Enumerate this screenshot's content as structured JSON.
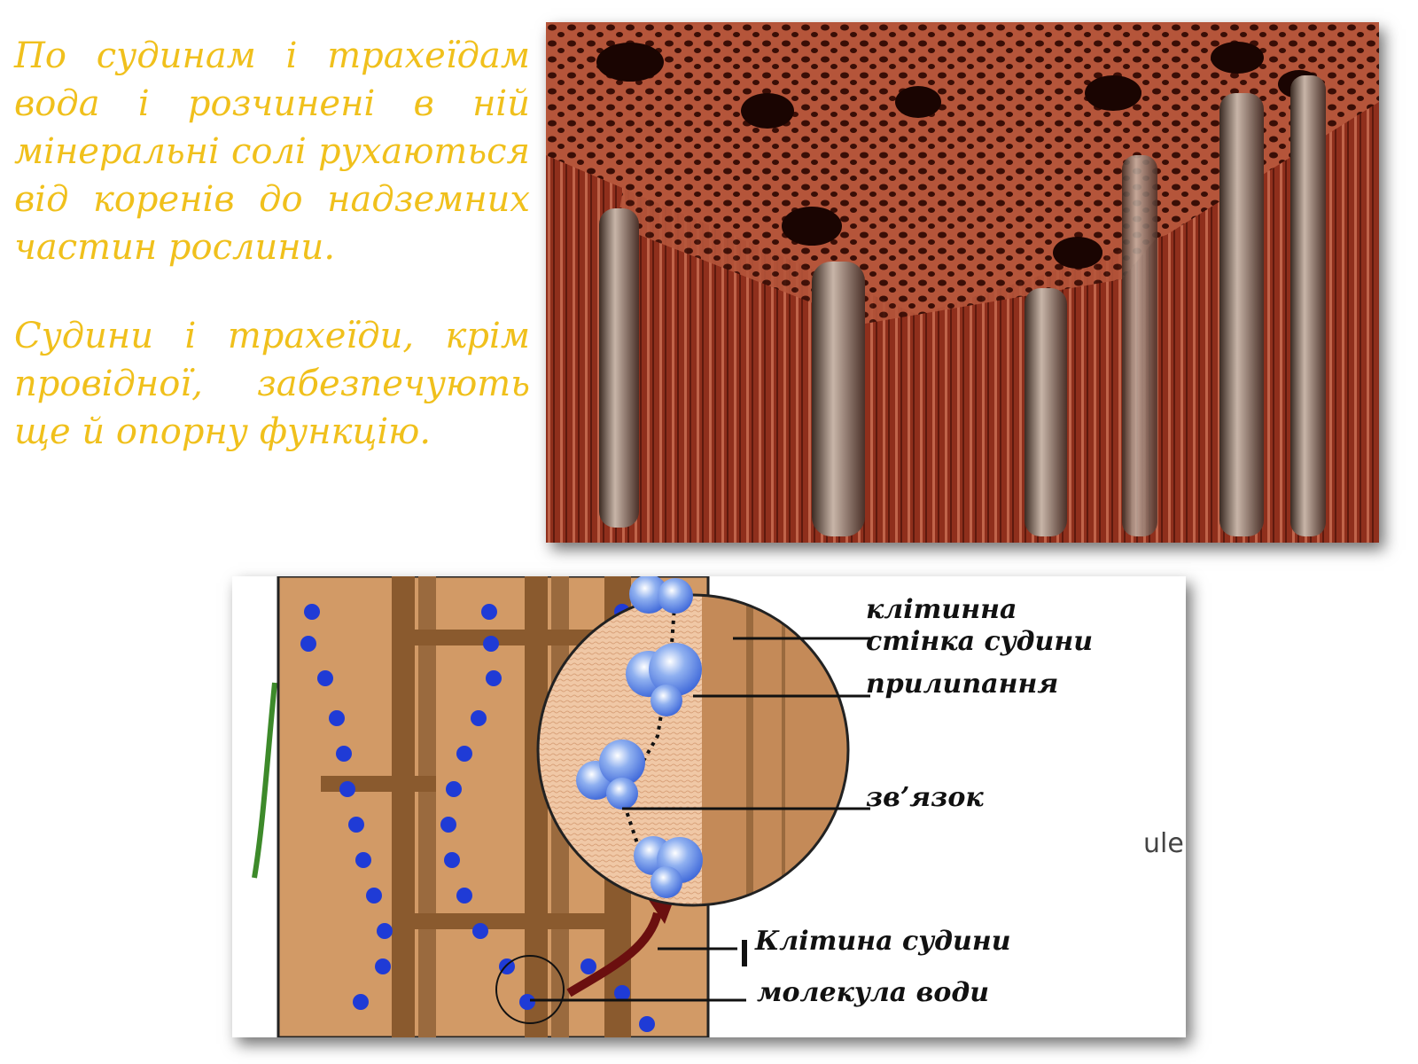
{
  "text": {
    "paragraph1": "По судинам і трахеїдам вода і розчинені в ній мінеральні солі рухаються від коренів до надземних частин рослини.",
    "paragraph2": "Судини і трахеїди, крім провідної, забезпечують ще й опорну функцію."
  },
  "diagram": {
    "labels": {
      "cell_wall_line1": "клітинна",
      "cell_wall_line2": "стінка судини",
      "adhesion": "прилипання",
      "bond": "зв’язок",
      "vessel_cell": "Клітина судини",
      "water_molecule": "молекула води"
    },
    "fragment": "ule"
  },
  "colors": {
    "text_accent": "#f0c01c",
    "vessel_wall": "#8a5a2e",
    "vessel_fill": "#d29a66",
    "water_dot": "#1f3bd6",
    "arrow": "#6b0f0f",
    "photo_tissue": "#9a3320"
  }
}
